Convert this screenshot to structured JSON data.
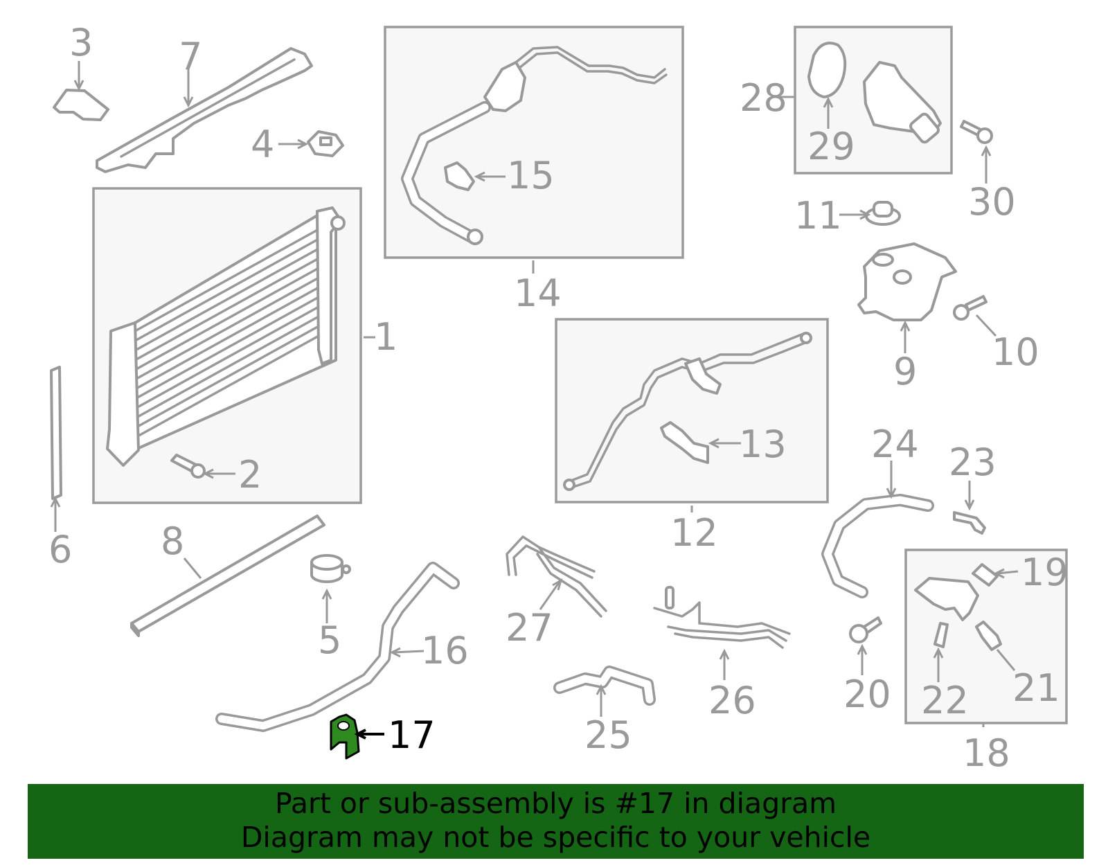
{
  "diagram": {
    "highlight_color": "#2f8a1f",
    "part_color": "#999999",
    "callouts": [
      {
        "id": "1",
        "label": "1"
      },
      {
        "id": "2",
        "label": "2"
      },
      {
        "id": "3",
        "label": "3"
      },
      {
        "id": "4",
        "label": "4"
      },
      {
        "id": "5",
        "label": "5"
      },
      {
        "id": "6",
        "label": "6"
      },
      {
        "id": "7",
        "label": "7"
      },
      {
        "id": "8",
        "label": "8"
      },
      {
        "id": "9",
        "label": "9"
      },
      {
        "id": "10",
        "label": "10"
      },
      {
        "id": "11",
        "label": "11"
      },
      {
        "id": "12",
        "label": "12"
      },
      {
        "id": "13",
        "label": "13"
      },
      {
        "id": "14",
        "label": "14"
      },
      {
        "id": "15",
        "label": "15"
      },
      {
        "id": "16",
        "label": "16"
      },
      {
        "id": "17",
        "label": "17",
        "highlighted": true
      },
      {
        "id": "18",
        "label": "18"
      },
      {
        "id": "19",
        "label": "19"
      },
      {
        "id": "20",
        "label": "20"
      },
      {
        "id": "21",
        "label": "21"
      },
      {
        "id": "22",
        "label": "22"
      },
      {
        "id": "23",
        "label": "23"
      },
      {
        "id": "24",
        "label": "24"
      },
      {
        "id": "25",
        "label": "25"
      },
      {
        "id": "26",
        "label": "26"
      },
      {
        "id": "27",
        "label": "27"
      },
      {
        "id": "28",
        "label": "28"
      },
      {
        "id": "29",
        "label": "29"
      },
      {
        "id": "30",
        "label": "30"
      }
    ]
  },
  "footer": {
    "background": "#146614",
    "line1": "Part or sub-assembly is #17 in diagram",
    "line2": "Diagram may not be specific to your vehicle"
  }
}
